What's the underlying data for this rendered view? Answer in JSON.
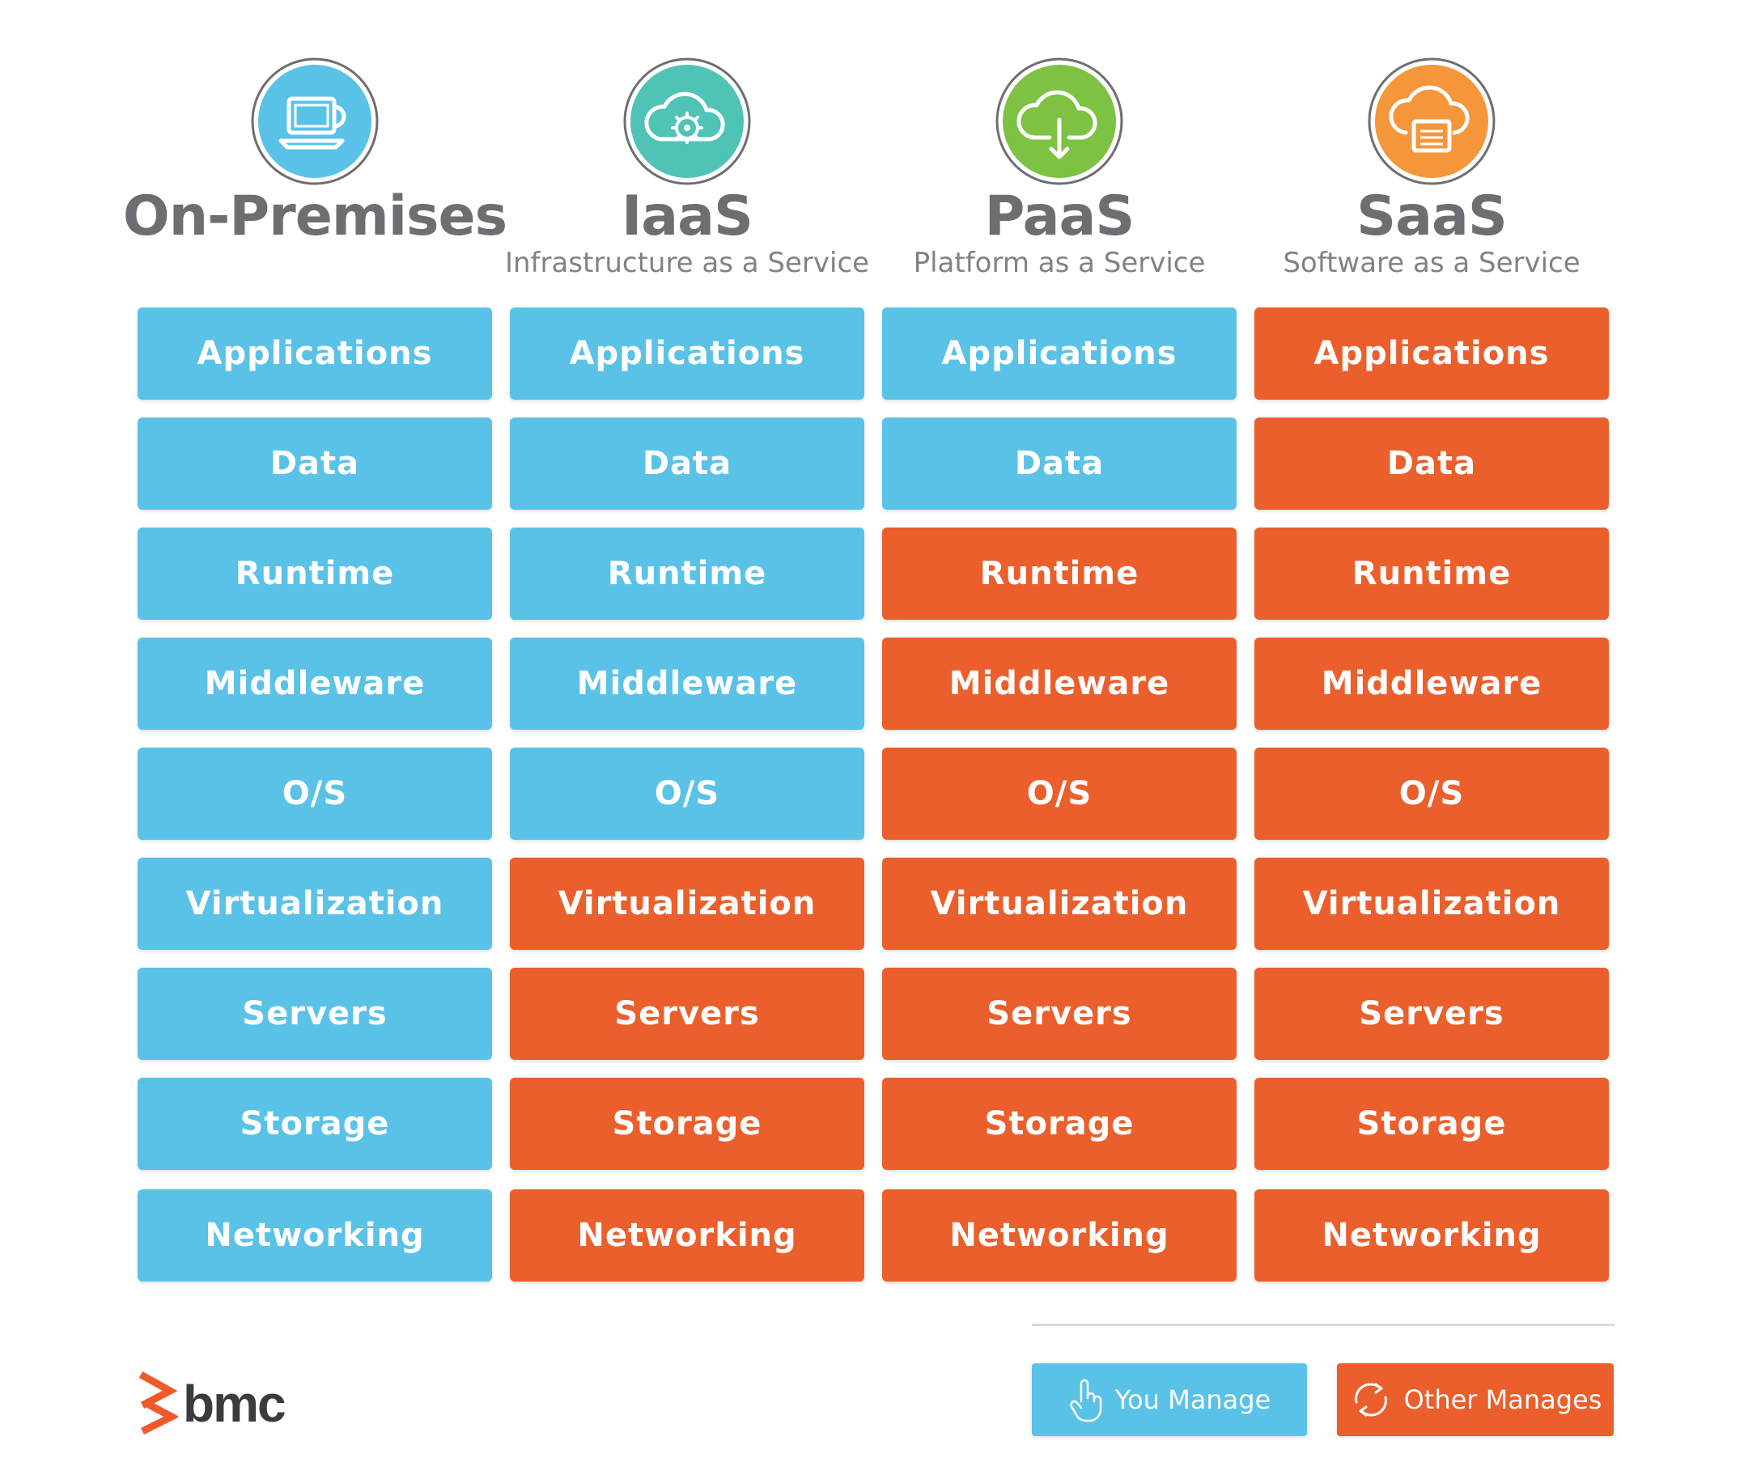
{
  "colors": {
    "you_manage": "#5bc2e7",
    "other_manages": "#ea5f2c",
    "title_text": "#6d6e71"
  },
  "columns": [
    {
      "title": "On-Premises",
      "subtitle": "",
      "icon": "laptop-icon",
      "icon_color": "#5bc2e7",
      "layers": [
        {
          "label": "Applications",
          "manager": "you"
        },
        {
          "label": "Data",
          "manager": "you"
        },
        {
          "label": "Runtime",
          "manager": "you"
        },
        {
          "label": "Middleware",
          "manager": "you"
        },
        {
          "label": "O/S",
          "manager": "you"
        },
        {
          "label": "Virtualization",
          "manager": "you"
        },
        {
          "label": "Servers",
          "manager": "you"
        },
        {
          "label": "Storage",
          "manager": "you"
        },
        {
          "label": "Networking",
          "manager": "you"
        }
      ]
    },
    {
      "title": "IaaS",
      "subtitle": "Infrastructure as a Service",
      "icon": "cloud-gear-icon",
      "icon_color": "#4fc3b6",
      "layers": [
        {
          "label": "Applications",
          "manager": "you"
        },
        {
          "label": "Data",
          "manager": "you"
        },
        {
          "label": "Runtime",
          "manager": "you"
        },
        {
          "label": "Middleware",
          "manager": "you"
        },
        {
          "label": "O/S",
          "manager": "you"
        },
        {
          "label": "Virtualization",
          "manager": "other"
        },
        {
          "label": "Servers",
          "manager": "other"
        },
        {
          "label": "Storage",
          "manager": "other"
        },
        {
          "label": "Networking",
          "manager": "other"
        }
      ]
    },
    {
      "title": "PaaS",
      "subtitle": "Platform as a Service",
      "icon": "cloud-download-icon",
      "icon_color": "#7dc242",
      "layers": [
        {
          "label": "Applications",
          "manager": "you"
        },
        {
          "label": "Data",
          "manager": "you"
        },
        {
          "label": "Runtime",
          "manager": "other"
        },
        {
          "label": "Middleware",
          "manager": "other"
        },
        {
          "label": "O/S",
          "manager": "other"
        },
        {
          "label": "Virtualization",
          "manager": "other"
        },
        {
          "label": "Servers",
          "manager": "other"
        },
        {
          "label": "Storage",
          "manager": "other"
        },
        {
          "label": "Networking",
          "manager": "other"
        }
      ]
    },
    {
      "title": "SaaS",
      "subtitle": "Software as a Service",
      "icon": "cloud-window-icon",
      "icon_color": "#f5963a",
      "layers": [
        {
          "label": "Applications",
          "manager": "other"
        },
        {
          "label": "Data",
          "manager": "other"
        },
        {
          "label": "Runtime",
          "manager": "other"
        },
        {
          "label": "Middleware",
          "manager": "other"
        },
        {
          "label": "O/S",
          "manager": "other"
        },
        {
          "label": "Virtualization",
          "manager": "other"
        },
        {
          "label": "Servers",
          "manager": "other"
        },
        {
          "label": "Storage",
          "manager": "other"
        },
        {
          "label": "Networking",
          "manager": "other"
        }
      ]
    }
  ],
  "legend": {
    "you_manage": "You Manage",
    "other_manages": "Other Manages",
    "you_icon": "hand-pointer-icon",
    "other_icon": "refresh-icon"
  },
  "logo": {
    "text": "bmc",
    "icon": "bmc-chevron-logo-icon"
  }
}
